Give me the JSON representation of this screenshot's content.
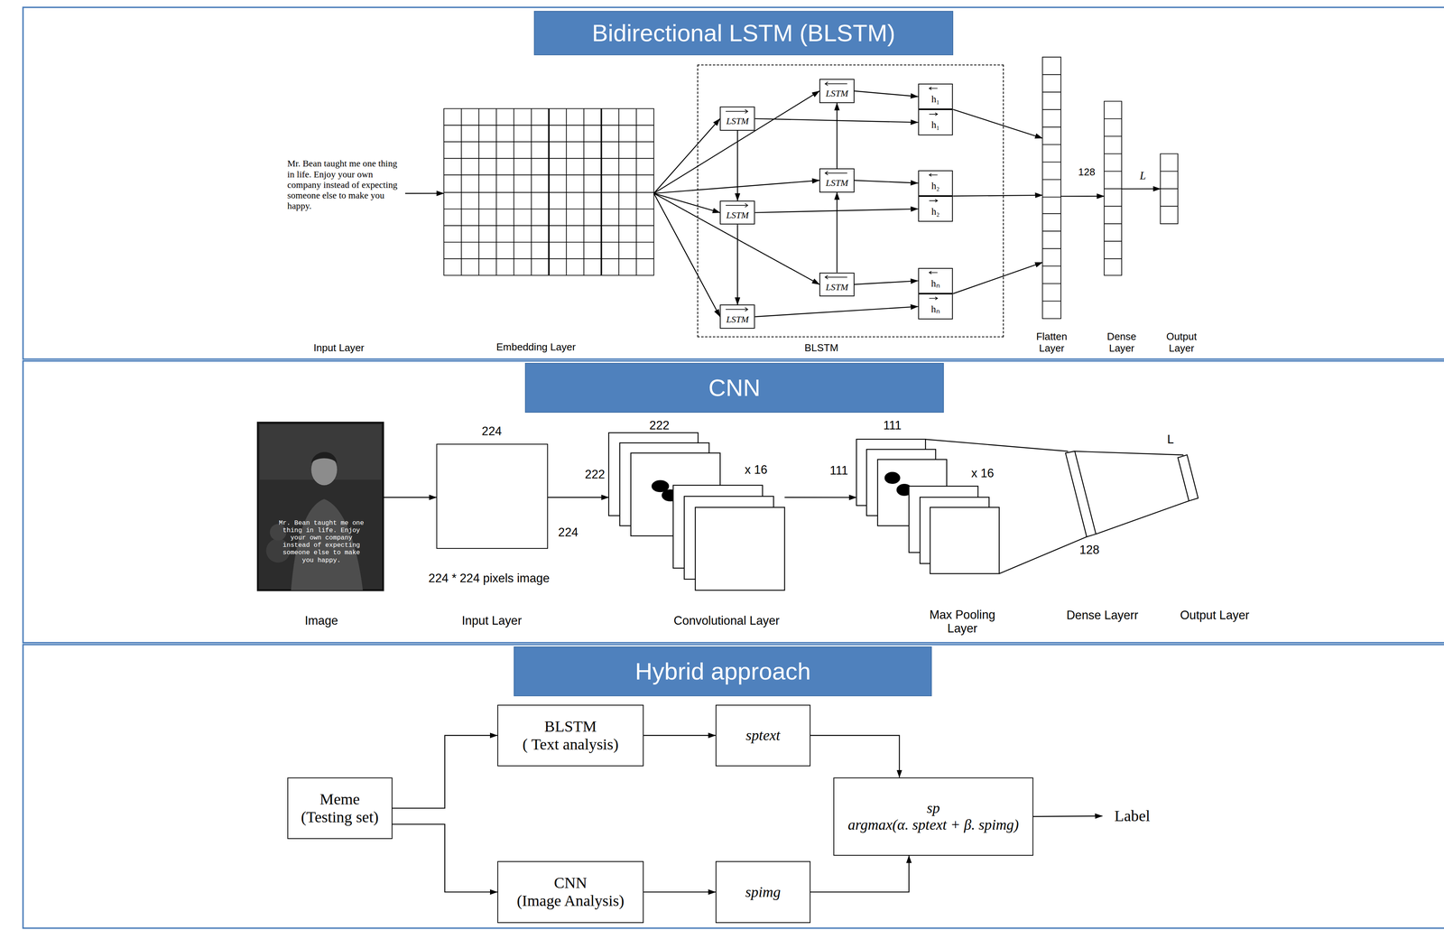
{
  "diagram": {
    "nodes": [
      {
        "text": [
          "Bidirectional LSTM (BLSTM)"
        ]
      },
      {
        "text": [
          "Mr. Bean taught me one thing in life. Enjoy your own company instead of expecting someone else to make you happy.",
          "Input Layer"
        ]
      },
      {
        "text": [
          "Embedding Layer"
        ]
      },
      {
        "text": [
          "BLSTM"
        ]
      },
      {
        "text": [
          "LSTM"
        ],
        "in": 3
      },
      {
        "text": [
          "LSTM"
        ],
        "in": 3
      },
      {
        "text": [
          "LSTM"
        ],
        "in": 3
      },
      {
        "text": [
          "LSTM"
        ],
        "in": 3
      },
      {
        "text": [
          "LSTM"
        ],
        "in": 3
      },
      {
        "text": [
          "LSTM"
        ],
        "in": 3
      },
      {
        "text": [
          "h₁"
        ],
        "in": 3
      },
      {
        "text": [
          "h₁"
        ],
        "in": 3
      },
      {
        "text": [
          "h₂"
        ],
        "in": 3
      },
      {
        "text": [
          "h₂"
        ],
        "in": 3
      },
      {
        "text": [
          "hₙ"
        ],
        "in": 3
      },
      {
        "text": [
          "hₙ"
        ],
        "in": 3
      },
      {
        "text": [
          "Flatten Layer"
        ]
      },
      {
        "text": [
          "Dense Layer"
        ]
      },
      {
        "text": [
          "Output Layer"
        ]
      },
      {
        "text": [
          "CNN"
        ]
      },
      {
        "text": [
          "Mr. Bean taught me one thing in life. Enjoy your own company instead of expecting someone else to make you happy.",
          "Image"
        ]
      },
      {
        "text": [
          "224",
          "224",
          "224 * 224 pixels image",
          "Input Layer"
        ]
      },
      {
        "text": [
          "222",
          "222",
          "x 16",
          "Convolutional Layer"
        ]
      },
      {
        "text": [
          "111",
          "111",
          "x 16",
          "Max Pooling Layer"
        ]
      },
      {
        "text": [
          "128",
          "Dense Layerr"
        ]
      },
      {
        "text": [
          "L",
          "Output Layer"
        ]
      },
      {
        "text": [
          "Hybrid approach"
        ]
      },
      {
        "text": [
          "Meme",
          "(Testing set)"
        ]
      },
      {
        "text": [
          "BLSTM",
          "( Text analysis)"
        ]
      },
      {
        "text": [
          "sptext"
        ]
      },
      {
        "text": [
          "CNN",
          "(Image Analysis)"
        ]
      },
      {
        "text": [
          "spimg"
        ]
      },
      {
        "text": [
          "sp",
          "argmax(α. sptext + β. spimg)"
        ]
      },
      {
        "text": [
          "Label"
        ]
      }
    ],
    "edges": [
      {
        "from": 1,
        "to": 2,
        "arrow": "to"
      },
      {
        "from": 2,
        "to": 4,
        "arrow": "to"
      },
      {
        "from": 2,
        "to": 7,
        "arrow": "to"
      },
      {
        "from": 2,
        "to": 8,
        "arrow": "to"
      },
      {
        "from": 2,
        "to": 5,
        "arrow": "to"
      },
      {
        "from": 2,
        "to": 9,
        "arrow": "to"
      },
      {
        "from": 2,
        "to": 6,
        "arrow": "to"
      },
      {
        "from": 4,
        "to": 5,
        "arrow": "to"
      },
      {
        "from": 5,
        "to": 6,
        "arrow": "to"
      },
      {
        "from": 9,
        "to": 8,
        "arrow": "to"
      },
      {
        "from": 8,
        "to": 7,
        "arrow": "to"
      },
      {
        "from": 4,
        "to": 11,
        "arrow": "to"
      },
      {
        "from": 7,
        "to": 10,
        "arrow": "to"
      },
      {
        "from": 5,
        "to": 13,
        "arrow": "to"
      },
      {
        "from": 8,
        "to": 12,
        "arrow": "to"
      },
      {
        "from": 6,
        "to": 15,
        "arrow": "to"
      },
      {
        "from": 9,
        "to": 14,
        "arrow": "to"
      },
      {
        "from": 10,
        "to": 16,
        "arrow": "to"
      },
      {
        "from": 12,
        "to": 16,
        "arrow": "to"
      },
      {
        "from": 14,
        "to": 16,
        "arrow": "to"
      },
      {
        "from": 16,
        "to": 17,
        "label": "128",
        "arrow": "to"
      },
      {
        "from": 17,
        "to": 18,
        "label": "L",
        "arrow": "to"
      },
      {
        "from": 20,
        "to": 21,
        "arrow": "to"
      },
      {
        "from": 21,
        "to": 22,
        "arrow": "to"
      },
      {
        "from": 22,
        "to": 23,
        "arrow": "to"
      },
      {
        "from": 23,
        "to": 24,
        "arrow": "none"
      },
      {
        "from": 24,
        "to": 25,
        "arrow": "none"
      },
      {
        "from": 27,
        "to": 28,
        "arrow": "to"
      },
      {
        "from": 27,
        "to": 30,
        "arrow": "to"
      },
      {
        "from": 28,
        "to": 29,
        "arrow": "to"
      },
      {
        "from": 30,
        "to": 31,
        "arrow": "to"
      },
      {
        "from": 29,
        "to": 32,
        "arrow": "to"
      },
      {
        "from": 31,
        "to": 32,
        "arrow": "to"
      },
      {
        "from": 32,
        "to": 33,
        "arrow": "to"
      }
    ]
  }
}
